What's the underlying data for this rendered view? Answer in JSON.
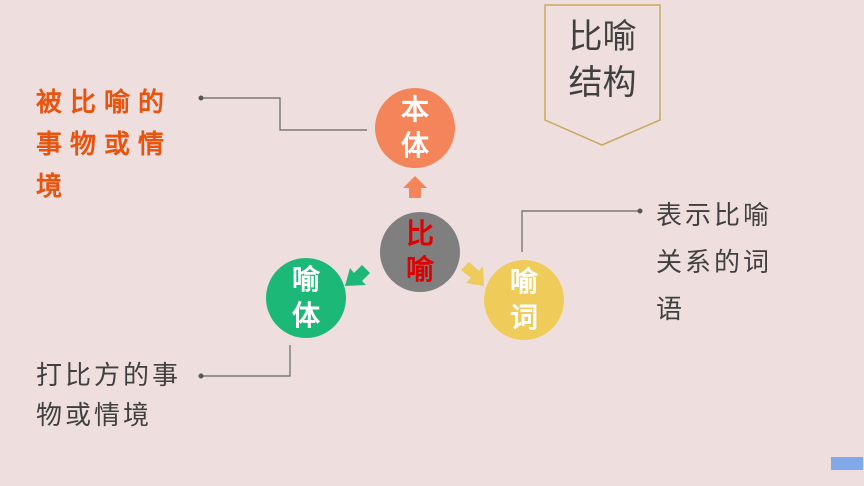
{
  "title": {
    "line1": "比喻",
    "line2": "结构"
  },
  "center": {
    "line1": "比",
    "line2": "喻"
  },
  "benti": {
    "line1": "本",
    "line2": "体"
  },
  "yuti": {
    "line1": "喻",
    "line2": "体"
  },
  "yuci": {
    "line1": "喻",
    "line2": "词"
  },
  "benti_desc": {
    "line1": "被比喻的",
    "line2": "事物或情",
    "line3": "境"
  },
  "yuti_desc": {
    "line1": "打比方的事",
    "line2": "物或情境"
  },
  "yuci_desc": {
    "line1": "表示比喻",
    "line2": "关系的词",
    "line3": "语"
  },
  "colors": {
    "benti": "#F4855A",
    "center": "#7F7F7F",
    "yuti": "#1BB877",
    "yuci": "#EFCB5A",
    "accent": "#E8530E"
  }
}
